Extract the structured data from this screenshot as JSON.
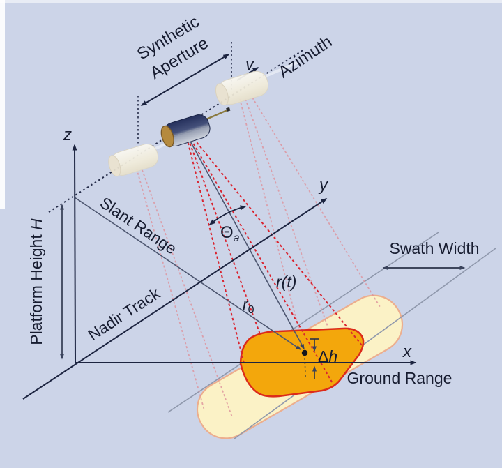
{
  "figure": {
    "title": "SAR imaging geometry diagram",
    "labels": {
      "synthetic": "Synthetic",
      "aperture": "Aperture",
      "azimuth": "Azimuth",
      "velocity": "v",
      "axis_z": "z",
      "axis_y": "y",
      "axis_x": "x",
      "platform_height": "Platform Height ",
      "platform_height_symbol": "H",
      "slant_range": "Slant Range",
      "nadir_track": "Nadir Track",
      "theta_symbol": "Θ",
      "theta_sub": "a",
      "range_t": "r(t)",
      "range0_base": "r",
      "range0_sub": "0",
      "swath_width": "Swath Width",
      "delta_symbol": "Δ",
      "delta_h_symbol": "h",
      "ground_range": "Ground Range"
    },
    "colors": {
      "background": "#ccd4e8",
      "frame_white": "#ffffff",
      "line_dark": "#1c2440",
      "measure_gray": "#4d5670",
      "beam_red": "#d92430",
      "beam_faint": "#de939c",
      "swath_fill": "#fbf2c6",
      "swath_edge": "#ecae8e",
      "footprint_fill": "#f3a70c",
      "footprint_edge": "#dc2b1a",
      "guide_gray": "#8f98ac",
      "satellite_body_navy": "#25305c",
      "target_dot": "#14161c"
    }
  }
}
